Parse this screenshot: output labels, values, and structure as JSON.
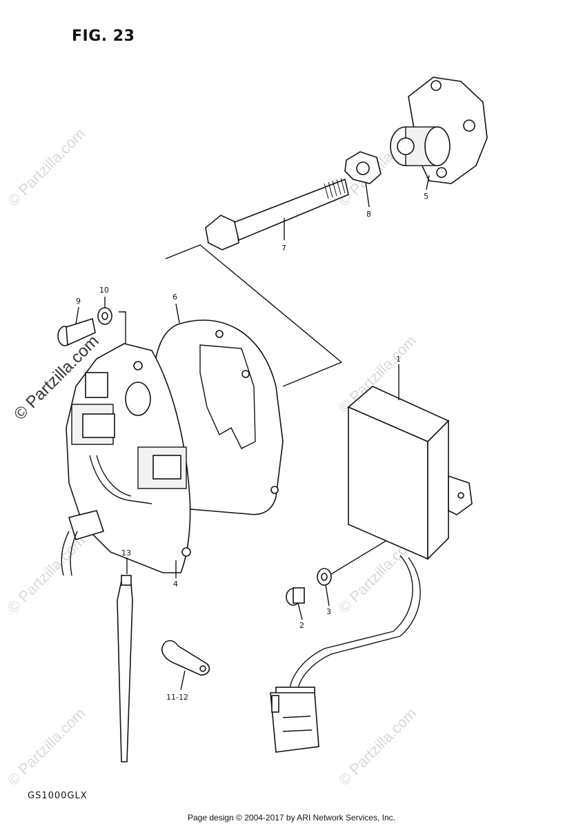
{
  "figure": {
    "title": "FIG. 23",
    "model": "GS1000GLX"
  },
  "footer": "Page design © 2004-2017 by ARI Network Services, Inc.",
  "watermark": {
    "text": "© Partzilla.com",
    "color": "#d9d9d9"
  },
  "callouts": {
    "c1": "1",
    "c2": "2",
    "c3": "3",
    "c4": "4",
    "c5": "5",
    "c6": "6",
    "c7": "7",
    "c8": "8",
    "c9": "9",
    "c10": "10",
    "c11_12": "11-12",
    "c13": "13"
  }
}
